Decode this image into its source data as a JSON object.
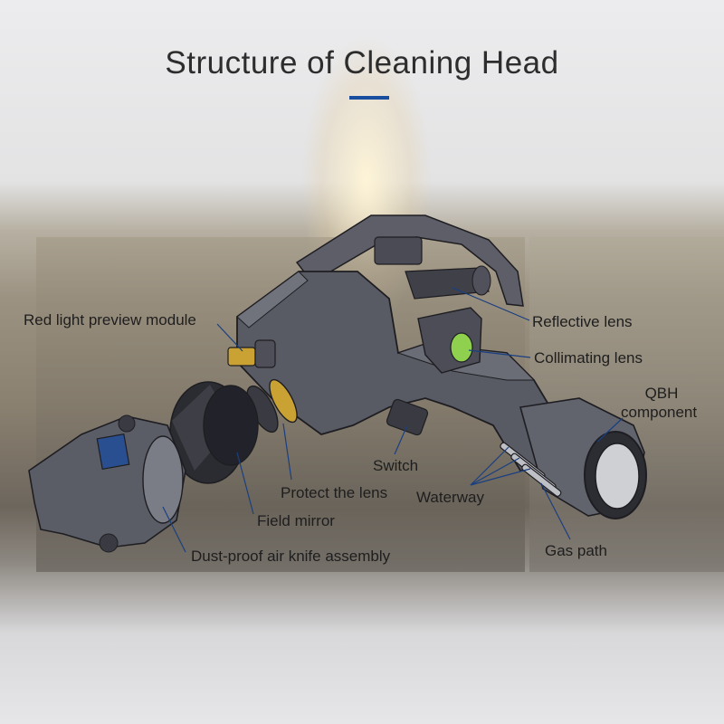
{
  "title": "Structure of Cleaning Head",
  "colors": {
    "accent": "#1a4fa0",
    "body": "#55565f",
    "body_dark": "#34353c",
    "lens_green": "#8fd14f",
    "gold": "#c9a233"
  },
  "labels": {
    "red_light": "Red light preview module",
    "reflective": "Reflective lens",
    "collimating": "Collimating lens",
    "qbh_line1": "QBH",
    "qbh_line2": "component",
    "switch": "Switch",
    "protect": "Protect the lens",
    "waterway": "Waterway",
    "field_mirror": "Field mirror",
    "gas_path": "Gas path",
    "dust_proof": "Dust-proof air knife assembly"
  }
}
